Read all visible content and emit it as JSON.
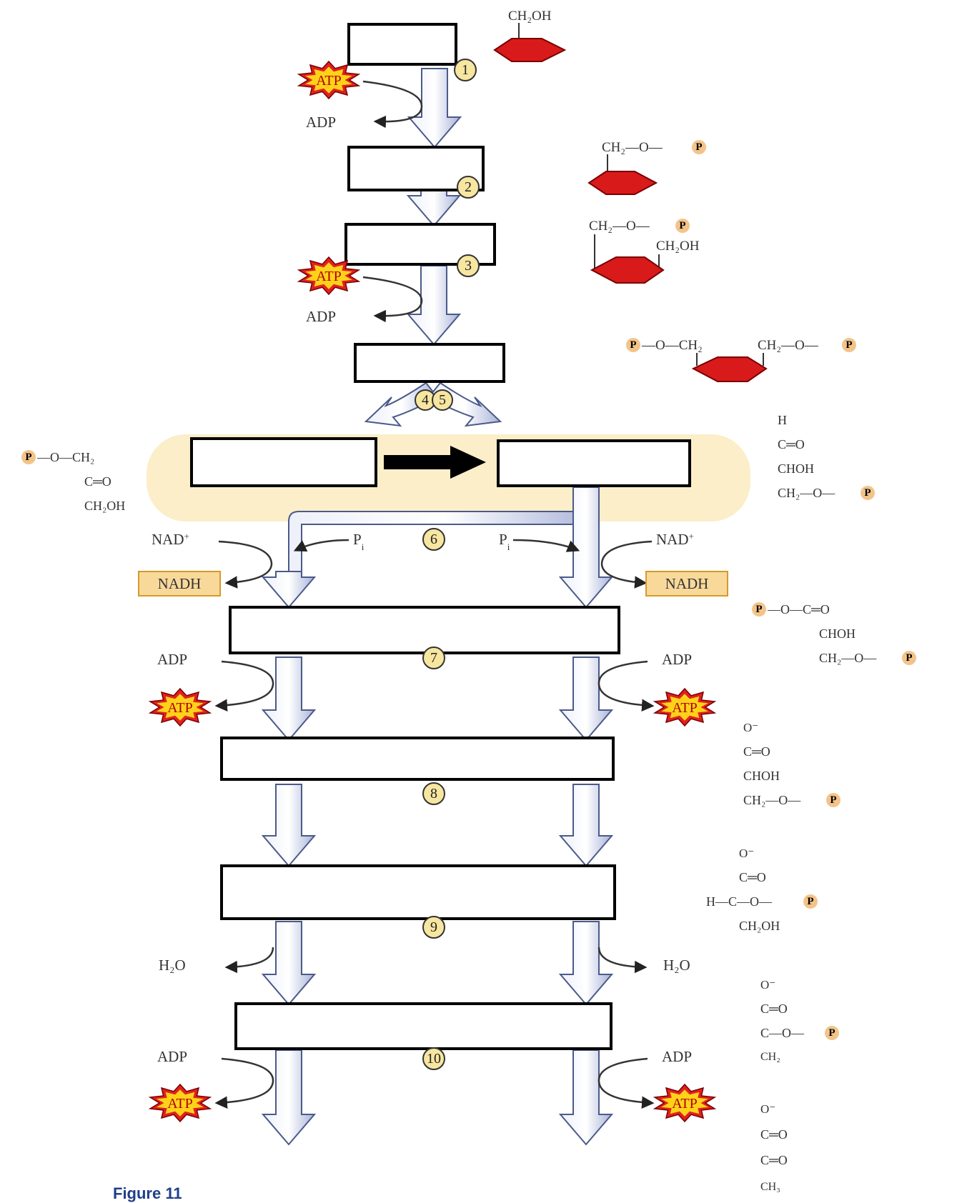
{
  "figure": {
    "caption": "Figure 11"
  },
  "labels": {
    "atp": "ATP",
    "adp": "ADP",
    "nad": "NAD",
    "nad_sup": "+",
    "nadh": "NADH",
    "pi": "P",
    "pi_sub": "i",
    "water": "H₂O"
  },
  "steps": [
    "1",
    "2",
    "3",
    "4  5",
    "6",
    "7",
    "8",
    "9",
    "10"
  ],
  "structures": {
    "glucose": {
      "top": "CH₂OH"
    },
    "g6p": {
      "top": "CH₂—O—"
    },
    "f6p": {
      "top": "CH₂—O—",
      "side": "CH₂OH"
    },
    "f16bp": {
      "left": "—O—CH₂",
      "right": "CH₂—O—"
    },
    "dhap": {
      "l1": "—O—CH₂",
      "l2": "C═O",
      "l3": "CH₂OH"
    },
    "g3p": {
      "l1": "H",
      "l2": "C═O",
      "l3": "CHOH",
      "l4": "CH₂—O—"
    },
    "bpg": {
      "l1": "—O—C═O",
      "l2": "CHOH",
      "l3": "CH₂—O—"
    },
    "pg3": {
      "l1": "O⁻",
      "l2": "C═O",
      "l3": "CHOH",
      "l4": "CH₂—O—"
    },
    "pg2": {
      "l1": "O⁻",
      "l2": "C═O",
      "l3": "H—C—O—",
      "l4": "CH₂OH"
    },
    "pep": {
      "l1": "O⁻",
      "l2": "C═O",
      "l3": "C—O—",
      "l4": "CH₂"
    },
    "pyruvate": {
      "l1": "O⁻",
      "l2": "C═O",
      "l3": "C═O",
      "l4": "CH₃"
    }
  },
  "p_badge": "P",
  "colors": {
    "ring": "#d91a1a",
    "highlight": "#fbeec8",
    "nadh_box": "#f8d99a",
    "arrow_light": "#eef0fa",
    "arrow_dark": "#a9b3d8"
  }
}
